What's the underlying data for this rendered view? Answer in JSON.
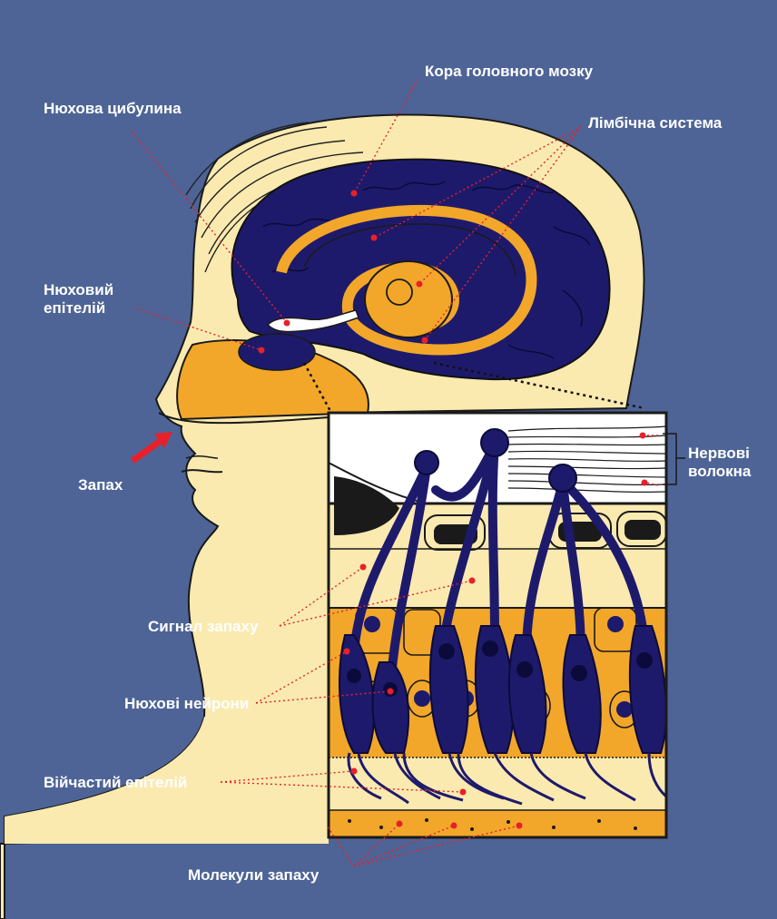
{
  "labels": {
    "cortex": "Кора головного мозку",
    "olfactory_bulb": "Нюхова цибулина",
    "limbic_system": "Лімбічна система",
    "olfactory_epithelium_line1": "Нюховий",
    "olfactory_epithelium_line2": "епітелій",
    "smell": "Запах",
    "nerve_fibers_line1": "Нервові",
    "nerve_fibers_line2": "волокна",
    "smell_signal": "Сигнал запаху",
    "olfactory_neurons": "Нюхові нейрони",
    "ciliated_epithelium": "Війчастий епітелій",
    "smell_molecules": "Молекули запаху"
  },
  "colors": {
    "background": "#4e6496",
    "skin": "#fbeab0",
    "brain": "#1e1a6b",
    "limbic": "#f2a72a",
    "pointer": "#e8202a",
    "text": "#ffffff"
  }
}
